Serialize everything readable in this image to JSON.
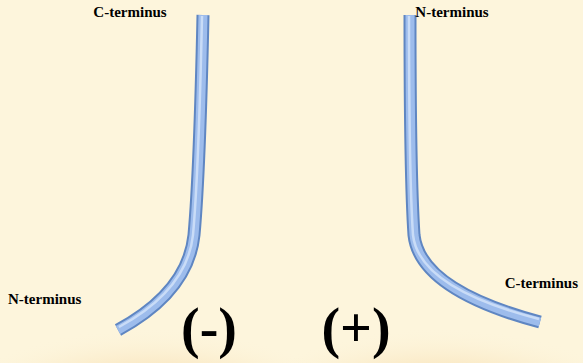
{
  "diagram": {
    "labels": [
      "C-terminus",
      "N-terminus",
      "N-terminus",
      "(-)",
      "(+)",
      "C-terminus"
    ]
  }
}
